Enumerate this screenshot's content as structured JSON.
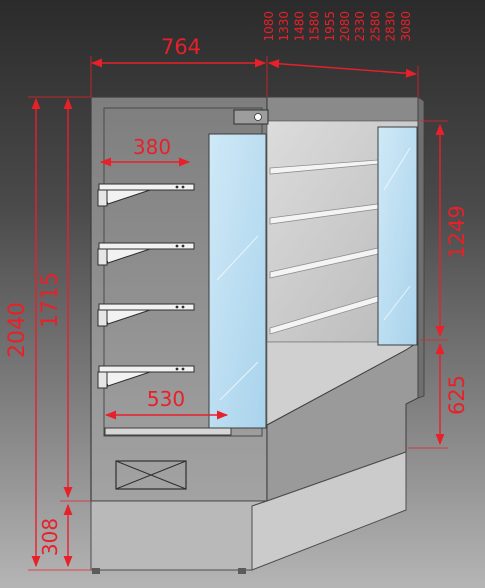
{
  "dimensions": {
    "width_top": "764",
    "length_options": [
      "1080",
      "1330",
      "1480",
      "1580",
      "1955",
      "2080",
      "2330",
      "2580",
      "2830",
      "3080"
    ],
    "shelf_depth": "380",
    "base_depth": "530",
    "total_height": "2040",
    "cabinet_height": "1715",
    "base_height": "308",
    "display_opening_height": "1249",
    "counter_height": "625"
  },
  "colors": {
    "dimension": "#e8202a",
    "cabinet_side": "#8c8c8c",
    "cabinet_front": "#9a9a9a",
    "glass": "#b8dcf0",
    "shelf": "#f2f2f2"
  }
}
